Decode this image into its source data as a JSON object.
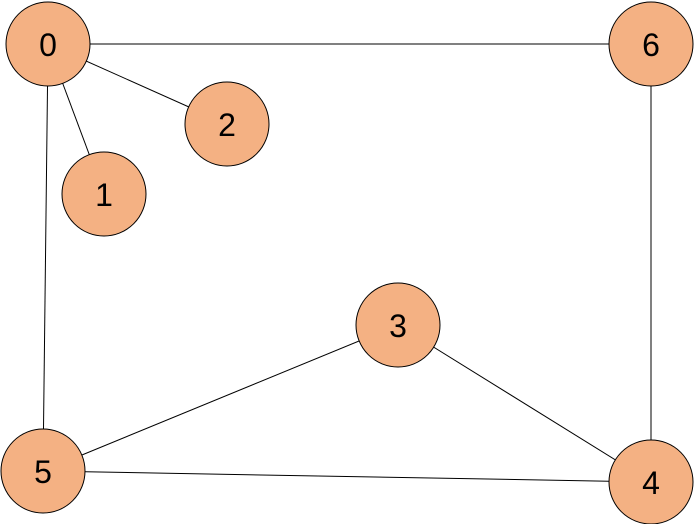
{
  "colors": {
    "node_fill": "#F4B183",
    "node_stroke": "#000000",
    "edge": "#000000",
    "background": "#FFFFFF"
  },
  "nodes": [
    {
      "id": "0",
      "label": "0"
    },
    {
      "id": "1",
      "label": "1"
    },
    {
      "id": "2",
      "label": "2"
    },
    {
      "id": "3",
      "label": "3"
    },
    {
      "id": "4",
      "label": "4"
    },
    {
      "id": "5",
      "label": "5"
    },
    {
      "id": "6",
      "label": "6"
    }
  ],
  "edges": [
    {
      "from": "0",
      "to": "6"
    },
    {
      "from": "0",
      "to": "2"
    },
    {
      "from": "0",
      "to": "1"
    },
    {
      "from": "0",
      "to": "5"
    },
    {
      "from": "6",
      "to": "4"
    },
    {
      "from": "5",
      "to": "4"
    },
    {
      "from": "5",
      "to": "3"
    },
    {
      "from": "3",
      "to": "4"
    }
  ]
}
